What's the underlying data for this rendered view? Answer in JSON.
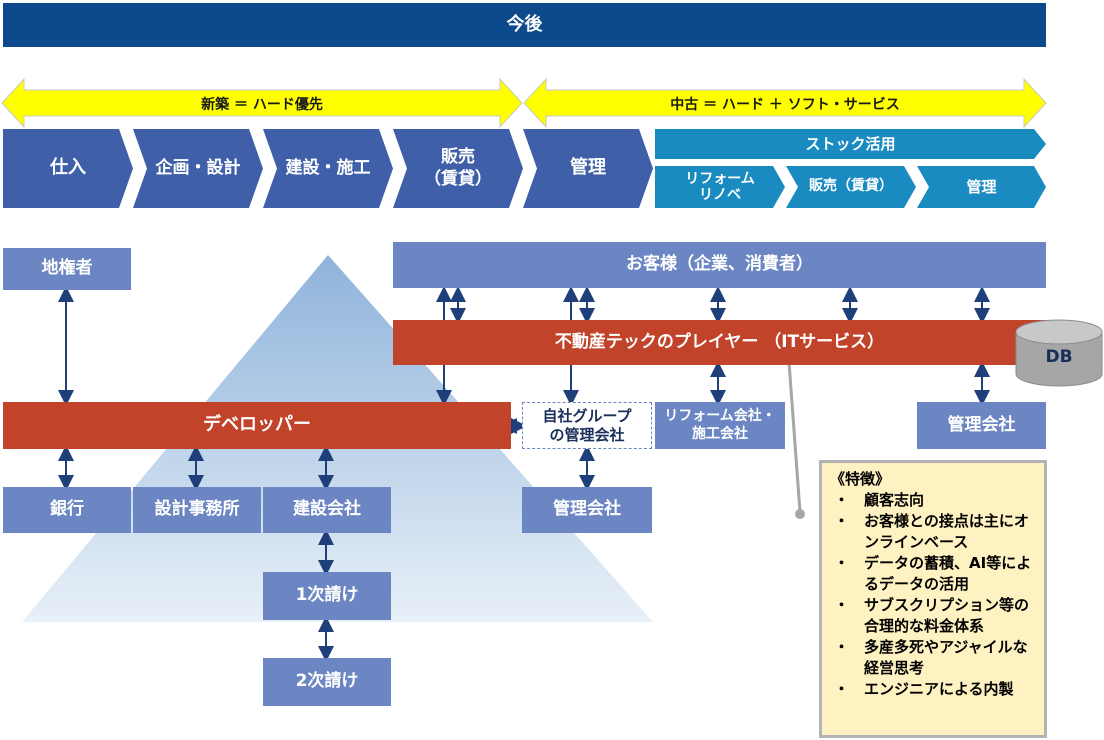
{
  "title": "今後",
  "phases": {
    "new": "新築 ＝ ハード優先",
    "used": "中古 ＝ ハード ＋ ソフト・サービス"
  },
  "steps": [
    "仕入",
    "企画・設計",
    "建設・施工",
    "販売\n（賃貸）",
    "管理"
  ],
  "stock": {
    "header": "ストック活用",
    "items": [
      "リフォーム\nリノベ",
      "販売（賃貸）",
      "管理"
    ]
  },
  "boxes": {
    "landowner": "地権者",
    "customer": "お客様（企業、消費者）",
    "realtech": "不動産テックのプレイヤー （ITサービス）",
    "db": "DB",
    "developer": "デベロッパー",
    "group_mgmt": "自社グループ\nの管理会社",
    "reform_co": "リフォーム会社・\n施工会社",
    "mgmt_right": "管理会社",
    "bank": "銀行",
    "design_office": "設計事務所",
    "construction_co": "建設会社",
    "mgmt_mid": "管理会社",
    "sub1": "1次請け",
    "sub2": "2次請け"
  },
  "features": {
    "title": "《特徴》",
    "items": [
      "顧客志向",
      "お客様との接点は主にオンラインベース",
      "データの蓄積、AI等によるデータの活用",
      "サブスクリプション等の合理的な料金体系",
      "多産多死やアジャイルな経営思考",
      "エンジニアによる内製"
    ]
  },
  "colors": {
    "navy": "#0d4a8c",
    "box_blue": "#6b86c2",
    "red": "#c0432a",
    "teal": "#1a8bc1",
    "arrow_yellow": "#ffff00",
    "feature_bg": "#fff2c2"
  }
}
